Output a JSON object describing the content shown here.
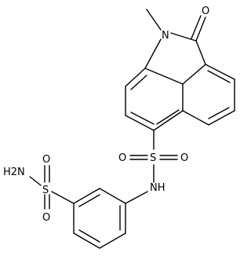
{
  "structure": {
    "labels": {
      "ring_n": "N",
      "carbonyl_o": "O",
      "sulfonyl_s": "S",
      "sulfonyl_o_left": "O",
      "sulfonyl_o_right": "O",
      "amide_nh": "NH",
      "sulfamoyl_s": "S",
      "sulfamoyl_o_top": "O",
      "sulfamoyl_o_bottom": "O",
      "amino_nh2": "H2N"
    }
  }
}
